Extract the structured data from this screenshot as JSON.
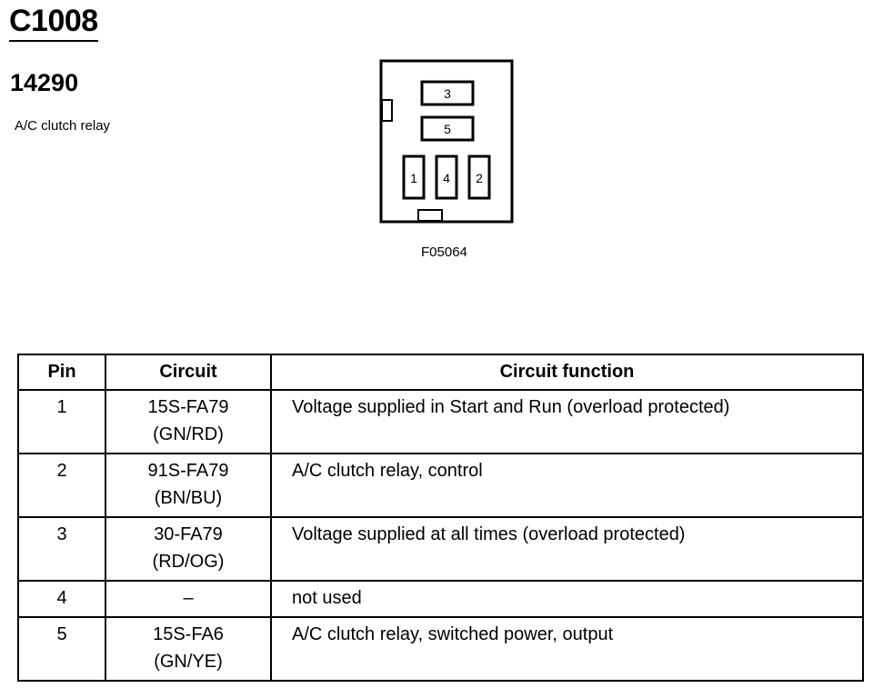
{
  "header": {
    "connector_id": "C1008",
    "part_number": "14290",
    "part_description": "A/C clutch relay"
  },
  "diagram": {
    "figure_code": "F05064",
    "terminals": [
      "3",
      "5",
      "1",
      "4",
      "2"
    ]
  },
  "table": {
    "headers": [
      "Pin",
      "Circuit",
      "Circuit function"
    ],
    "rows": [
      {
        "pin": "1",
        "circuit": "15S-FA79",
        "wire_color": "(GN/RD)",
        "function": "Voltage supplied in Start and Run (overload protected)"
      },
      {
        "pin": "2",
        "circuit": "91S-FA79",
        "wire_color": "(BN/BU)",
        "function": "A/C clutch relay, control"
      },
      {
        "pin": "3",
        "circuit": "30-FA79",
        "wire_color": "(RD/OG)",
        "function": "Voltage supplied at all times (overload protected)"
      },
      {
        "pin": "4",
        "circuit": "–",
        "wire_color": "",
        "function": "not used"
      },
      {
        "pin": "5",
        "circuit": "15S-FA6",
        "wire_color": "(GN/YE)",
        "function": "A/C clutch relay, switched power, output"
      }
    ]
  }
}
